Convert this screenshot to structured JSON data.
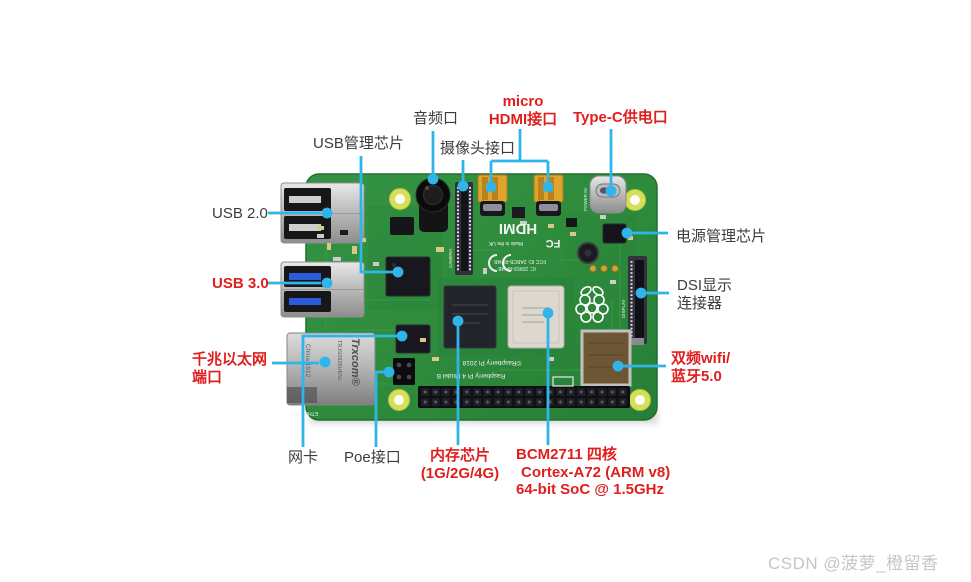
{
  "figure": {
    "subject": "Raspberry Pi 4 Model B annotated board diagram",
    "colors": {
      "callout_line": "#2fb5ea",
      "label_red": "#e01e1e",
      "label_black": "#3c3c3c",
      "pcb_green": "#2e8b3c",
      "watermark_gray": "#c6c6c6"
    },
    "labels": {
      "usb_mgmt": "USB管理芯片",
      "audio": "音频口",
      "camera": "摄像头接口",
      "micro_hdmi_line1": "micro",
      "micro_hdmi_line2": "HDMI接口",
      "type_c": "Type-C供电口",
      "usb20": "USB 2.0",
      "usb30": "USB 3.0",
      "gigabit_line1": "千兆以太网",
      "gigabit_line2": "端口",
      "pmic": "电源管理芯片",
      "dsi_line1": "DSI显示",
      "dsi_line2": "连接器",
      "wifi_line1": "双频wifi/",
      "wifi_line2": "蓝牙5.0",
      "nic": "网卡",
      "poe": "Poe接口",
      "ram_line1": "内存芯片",
      "ram_line2": "(1G/2G/4G)",
      "soc_line1": "BCM2711 四核",
      "soc_line2": "Cortex-A72 (ARM v8)",
      "soc_line3": "64-bit SoC @ 1.5GHz"
    },
    "silkscreen": {
      "hdmi": "HDMI",
      "fcc_logo": "FC",
      "made_in": "Made in the UK",
      "fcc_id": "FCC ID: 2ABCB-RPI4B",
      "ic_id": "IC: 20953-RPI4B",
      "copyright": "©Raspberry Pi 2018",
      "model": "Raspberry Pi 4 Model B",
      "ethernet_brand": "Trxcom®",
      "ethernet_model": "TRJG0926HENL",
      "ethernet_origin": "China 1912",
      "ethernet_silk": "ETHERNET",
      "power_in": "POWER IN",
      "camera_silk": "CAMERA",
      "display_silk": "DISPLAY"
    }
  },
  "watermark": {
    "text": "CSDN @菠萝_橙留香"
  }
}
